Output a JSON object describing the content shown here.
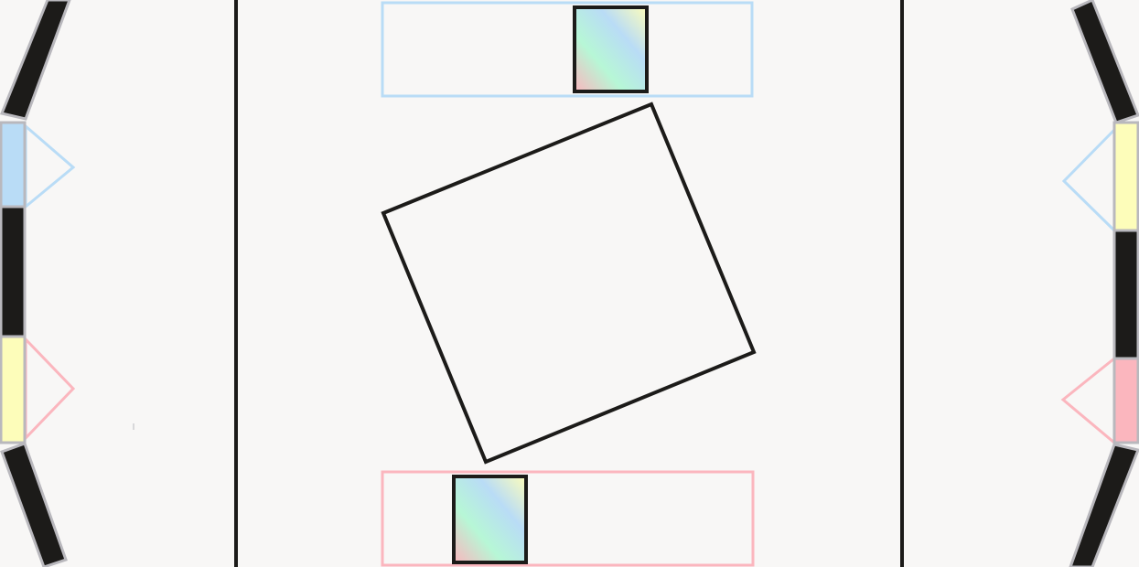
{
  "colors": {
    "background": "#f8f7f6",
    "ink": "#1c1b19",
    "outline_gray": "#b9b8bd",
    "blue": "#b9dcf6",
    "yellow": "#fdfdba",
    "pink": "#fbb6be",
    "gradient_stops": [
      "#fdfdba",
      "#b9dcf6",
      "#b7f7d6",
      "#fbb6be"
    ]
  },
  "left_paddle": {
    "segments": [
      "black",
      "blue",
      "black",
      "yellow",
      "black"
    ],
    "markers": [
      "blue",
      "pink"
    ]
  },
  "right_paddle": {
    "segments": [
      "black",
      "yellow",
      "black",
      "pink",
      "black"
    ],
    "markers": [
      "blue",
      "pink"
    ]
  },
  "top_track": {
    "color": "blue",
    "slider_position": 0.65
  },
  "bottom_track": {
    "color": "pink",
    "slider_position": 0.23
  },
  "center_square": {
    "rotation_deg": -23
  }
}
